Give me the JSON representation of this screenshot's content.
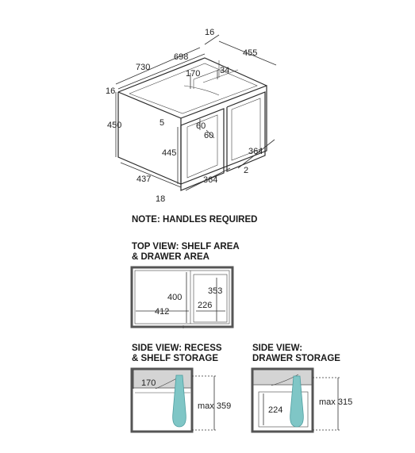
{
  "isometric": {
    "dims": [
      "16",
      "730",
      "698",
      "455",
      "170",
      "34",
      "16",
      "450",
      "5",
      "60",
      "60",
      "445",
      "364",
      "2",
      "437",
      "364",
      "18"
    ]
  },
  "note": "NOTE: HANDLES REQUIRED",
  "top_view": {
    "title_line1": "TOP VIEW: SHELF AREA",
    "title_line2": "& DRAWER AREA",
    "dims": [
      "400",
      "353",
      "226",
      "412"
    ]
  },
  "side_recess": {
    "title_line1": "SIDE VIEW: RECESS",
    "title_line2": "& SHELF STORAGE",
    "dims": [
      "170",
      "max 359"
    ]
  },
  "side_drawer": {
    "title_line1": "SIDE VIEW:",
    "title_line2": "DRAWER STORAGE",
    "dims": [
      "224",
      "max 315"
    ]
  },
  "colors": {
    "pipe": "#7fc6c6",
    "wall": "#d4d4d4",
    "line": "#333333"
  }
}
